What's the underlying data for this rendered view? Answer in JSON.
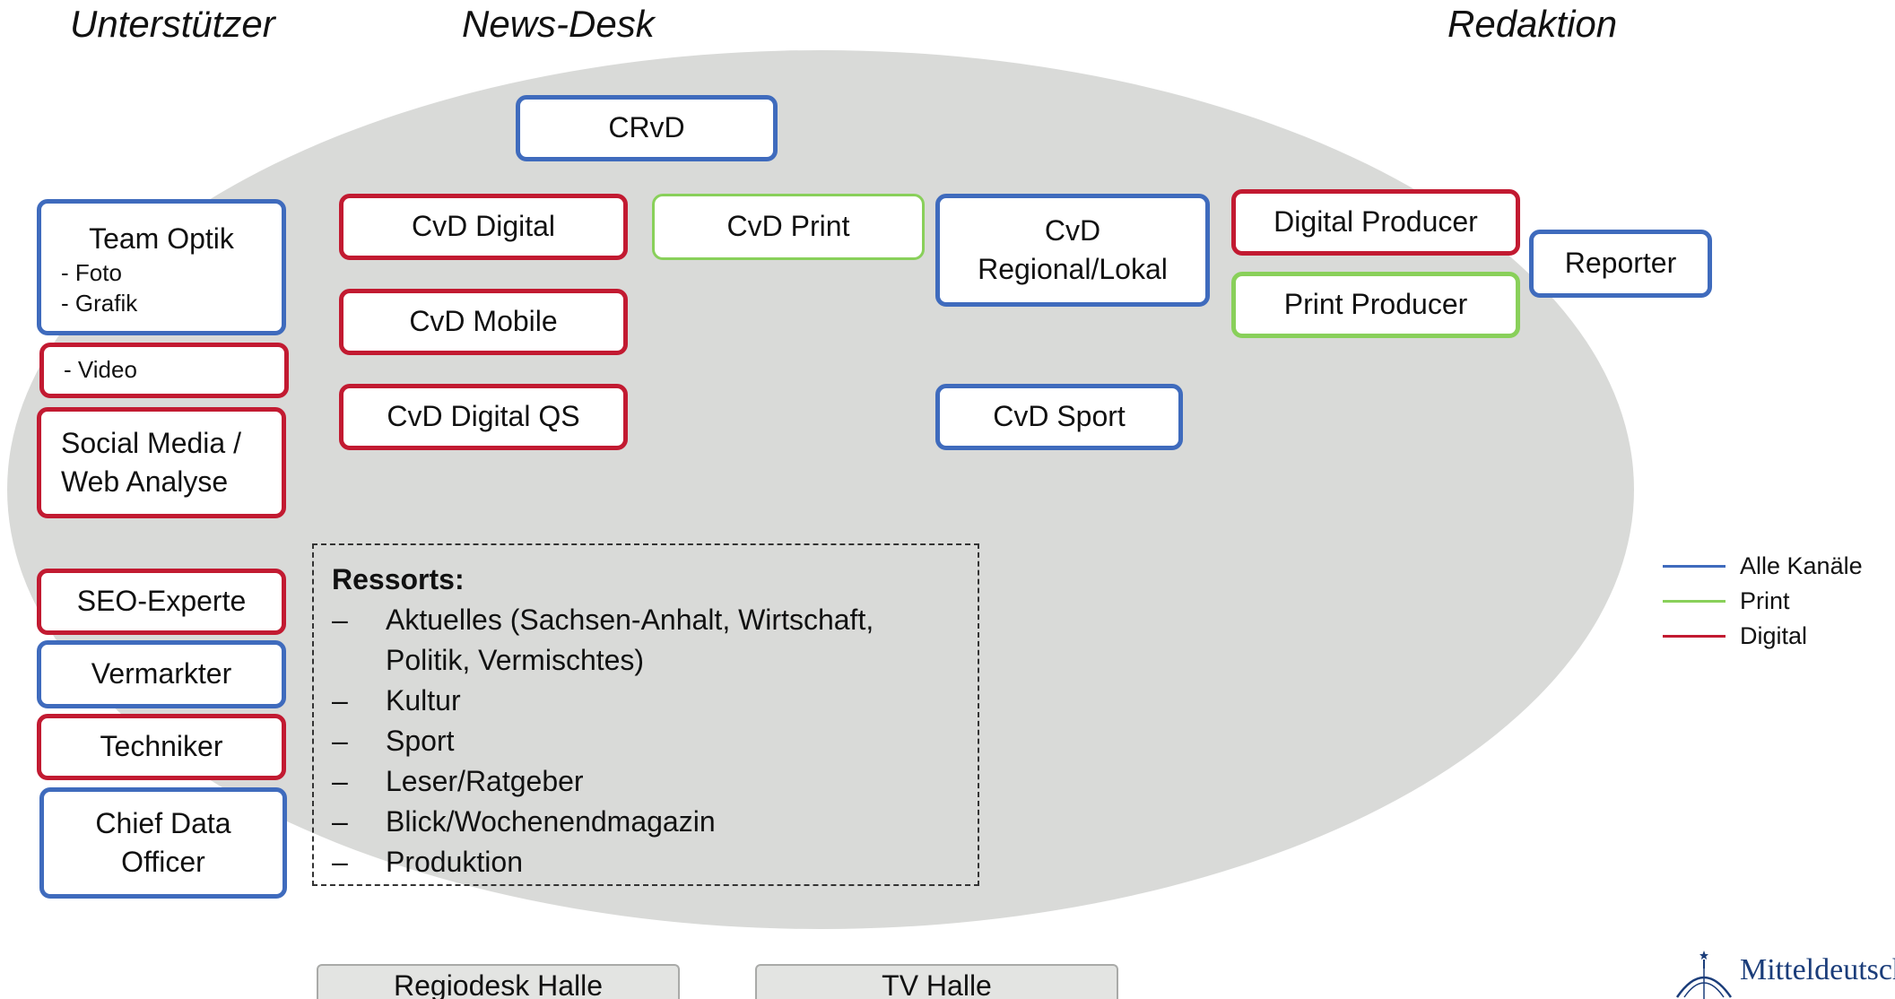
{
  "headings": {
    "supporters": "Unterstützer",
    "news_desk": "News-Desk",
    "editorial": "Redaktion"
  },
  "news_desk": {
    "crvd": "CRvD",
    "cvd_digital": "CvD Digital",
    "cvd_print": "CvD Print",
    "cvd_regional": "CvD Regional/Lokal",
    "cvd_mobile": "CvD Mobile",
    "cvd_digital_qs": "CvD Digital QS",
    "cvd_sport": "CvD Sport"
  },
  "editorial": {
    "digital_producer": "Digital Producer",
    "print_producer": "Print Producer",
    "reporter": "Reporter"
  },
  "supporters": {
    "team_optik": "Team Optik",
    "foto": "- Foto",
    "grafik": "- Grafik",
    "video": "- Video",
    "social_media": "Social Media / Web Analyse",
    "seo": "SEO-Experte",
    "vermarkter": "Vermarkter",
    "techniker": "Techniker",
    "cdo": "Chief Data Officer"
  },
  "ressorts": {
    "title": "Ressorts:",
    "dash": "–",
    "items": [
      "Aktuelles (Sachsen-Anhalt, Wirtschaft, Politik, Vermischtes)",
      "Kultur",
      "Sport",
      "Leser/Ratgeber",
      "Blick/Wochenendmagazin",
      "Produktion"
    ]
  },
  "bottom_tabs": [
    "Regiodesk Halle",
    "TV Halle"
  ],
  "legend": [
    {
      "label": "Alle Kanäle",
      "color": "#3f6bbd"
    },
    {
      "label": "Print",
      "color": "#89d05a"
    },
    {
      "label": "Digital",
      "color": "#c21a31"
    }
  ],
  "logo": {
    "text": "Mitteldeutsche Zeitung"
  },
  "colors": {
    "all_channels": "#3f6bbd",
    "print": "#89d05a",
    "digital": "#c21a31",
    "ellipse": "#d9dad8"
  }
}
